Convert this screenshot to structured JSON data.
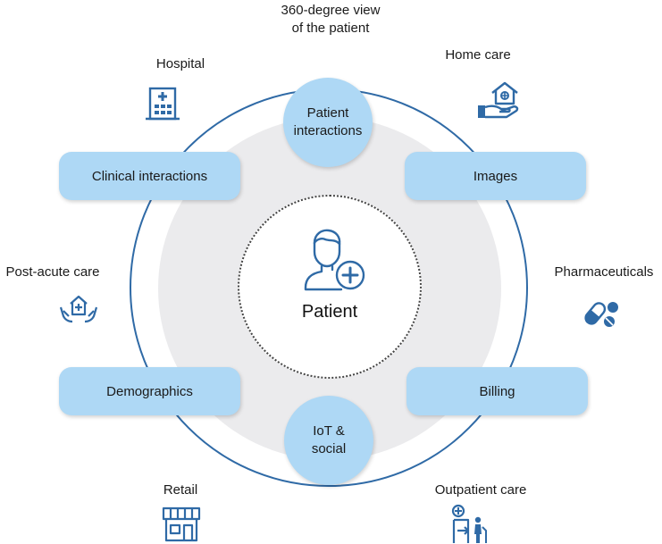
{
  "center": {
    "label": "Patient"
  },
  "top_caption": {
    "line1": "360-degree view",
    "line2": "of the patient"
  },
  "inner_nodes": {
    "patient_interactions": {
      "line1": "Patient",
      "line2": "interactions"
    },
    "iot_social": {
      "line1": "IoT &",
      "line2": "social"
    },
    "clinical_interactions": "Clinical interactions",
    "images": "Images",
    "demographics": "Demographics",
    "billing": "Billing"
  },
  "outer_nodes": {
    "hospital": {
      "label": "Hospital",
      "icon": "hospital-icon"
    },
    "home_care": {
      "label": "Home care",
      "icon": "home-care-icon"
    },
    "post_acute_care": {
      "label": "Post-acute care",
      "icon": "post-acute-care-icon"
    },
    "pharmaceuticals": {
      "label": "Pharmaceuticals",
      "icon": "pills-icon"
    },
    "retail": {
      "label": "Retail",
      "icon": "storefront-icon"
    },
    "outpatient_care": {
      "label": "Outpatient care",
      "icon": "outpatient-icon"
    }
  },
  "colors": {
    "accent": "#2f6aa6",
    "node_fill": "#aed8f5",
    "ring_fill": "#ebebed"
  }
}
